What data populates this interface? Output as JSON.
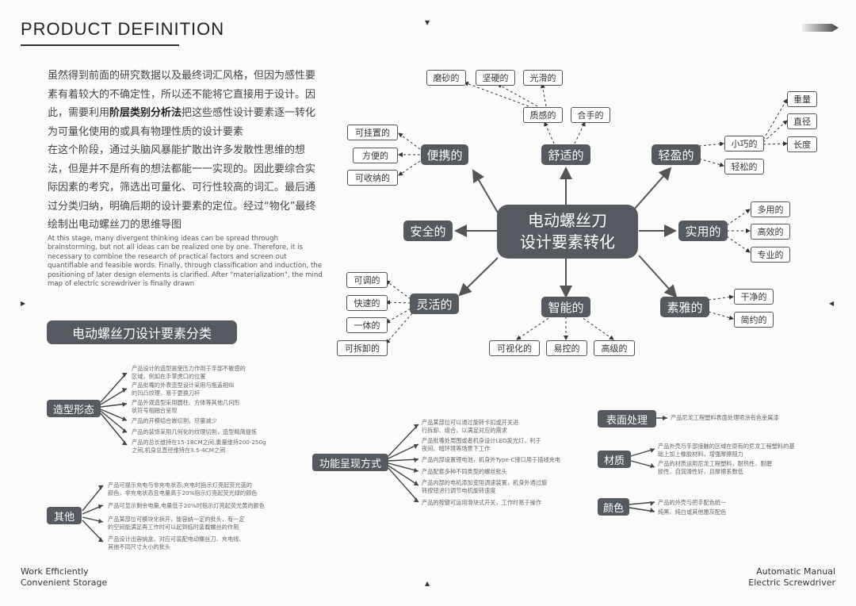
{
  "header": {
    "title": "PRODUCT DEFINITION"
  },
  "intro": {
    "p1_a": "虽然得到前面的研究数据以及最终词汇风格，但因为感性要素有着较大的不确定性，所以还不能将它直接用于设计。因此，需要利用",
    "p1_bold": "阶层类别分析法",
    "p1_b": "把这些感性设计要素逐一转化为可量化使用的或具有物理性质的设计要素",
    "p2": "在这个阶段，通过头脑风暴能扩散出许多发散性思维的想法，但是并不是所有的想法都能一一实现的。因此要综合实际因素的考究，筛选出可量化、可行性较高的词汇。最后通过分类归纳，明确后期的设计要素的定位。经过“物化”最终绘制出电动螺丝刀的思维导图",
    "english": "At this stage, many divergent thinking ideas can be spread through brainstorming, but not all ideas can be realized one by one. Therefore, it is necessary to combine the research of practical factors and screen out quantifiable and feasible words. Finally, through classification and induction, the positioning of later design elements is clarified. After \"materialization\", the mind map of electric screwdriver is finally drawn"
  },
  "mindmap": {
    "center_line1": "电动螺丝刀",
    "center_line2": "设计要素转化",
    "branches": {
      "portable": "便携的",
      "comfortable": "舒适的",
      "light": "轻盈的",
      "safe": "安全的",
      "practical": "实用的",
      "flexible": "灵活的",
      "smart": "智能的",
      "elegant": "素雅的"
    },
    "leaves": {
      "portable": [
        "可挂置的",
        "方便的",
        "可收纳的"
      ],
      "comfortable_sub": [
        "质感的",
        "合手的"
      ],
      "texture": [
        "磨砂的",
        "坚硬的",
        "光滑的"
      ],
      "light_sub": [
        "小巧的",
        "轻松的"
      ],
      "small": [
        "重量",
        "直径",
        "长度"
      ],
      "practical": [
        "多用的",
        "高效的",
        "专业的"
      ],
      "flexible": [
        "可调的",
        "快速的",
        "一体的",
        "可拆卸的"
      ],
      "smart": [
        "可视化的",
        "易控的",
        "高级的"
      ],
      "elegant": [
        "干净的",
        "简约的"
      ]
    }
  },
  "classification": {
    "title": "电动螺丝刀设计要素分类",
    "shape": {
      "label": "造型形态",
      "items": [
        "产品设计的造型是使压力作用于手部不敏感的\n区域，例如在手掌虎口的位置",
        "产品批嘴的外表造型设计采用与瓶盖相似\n的凹凸纹理，易于更换刀杆",
        "产品外观造型采用圆柱、方体等其他几何形\n状符号相融合呈现",
        "产品的开模结合嵌切割，尽量减少",
        "产品的装饰采用几何化的纹理切割，造型精简提炼",
        "产品的总长维持在15-18CM之间,重量维持200-250g\n之间,机身总直径维持在3.5-4CM之间"
      ]
    },
    "other": {
      "label": "其他",
      "items": [
        "产品可提示充电与非充电状态,充电时指示灯亮起荧光蓝的\n颜色，非充电状态且电量高于20%指示灯亮起荧光绿的颜色",
        "产品可显示剩余电量,电量低于20%时指示灯亮起荧光黄的颜色",
        "产品某部位可模块化拆开，能容纳一定的批头，有一定\n的空间能满足再工作时可以起到临时装载螺丝的作用",
        "产品设计出容纳盒，对应可装配电动螺丝刀、充电线、\n其他不同尺寸大小的批头"
      ]
    },
    "function": {
      "label": "功能呈现方式",
      "items": [
        "产品某部位可以通过旋转卡扣或开关进\n行拆卸、组合，以满足对应的需求",
        "产品批嘴处周围或者机身设计LED发光灯，利于\n夜间、暗环境等场景下工作",
        "产品内部设置锂电池，机身外Type-C接口用于插线充电",
        "产品配套多种不同类型的螺丝批头",
        "产品内部的电机添加变阻调速装置，机身外通过旋\n转按钮进行调节电机旋转速度",
        "产品的按键可运用滑块式开关，工作时易于操作"
      ]
    },
    "surface": {
      "label": "表面处理",
      "items": [
        "产品尼龙工程塑料表面处理喷涂有色金属漆"
      ]
    },
    "material": {
      "label": "材质",
      "items": [
        "产品外壳与手部接触的区域在原有的尼龙工程塑料的基\n础上加上橡胶材料，增强摩擦阻力",
        "产品的材质运用尼龙工程塑料，耐热性、耐磨\n损性、自润滑性好，且摩擦系数低"
      ]
    },
    "color": {
      "label": "颜色",
      "items": [
        "产品的外壳与把手配色统一",
        "纯黑、纯白或其他雅灰配色"
      ]
    }
  },
  "footer": {
    "left_line1": "Work Efficiently",
    "left_line2": "Convenient Storage",
    "right_line1": "Automatic Manual",
    "right_line2": "Electric Screwdriver"
  },
  "colors": {
    "pill": "#555a60",
    "text": "#333333",
    "background": "#fbfbfb"
  }
}
